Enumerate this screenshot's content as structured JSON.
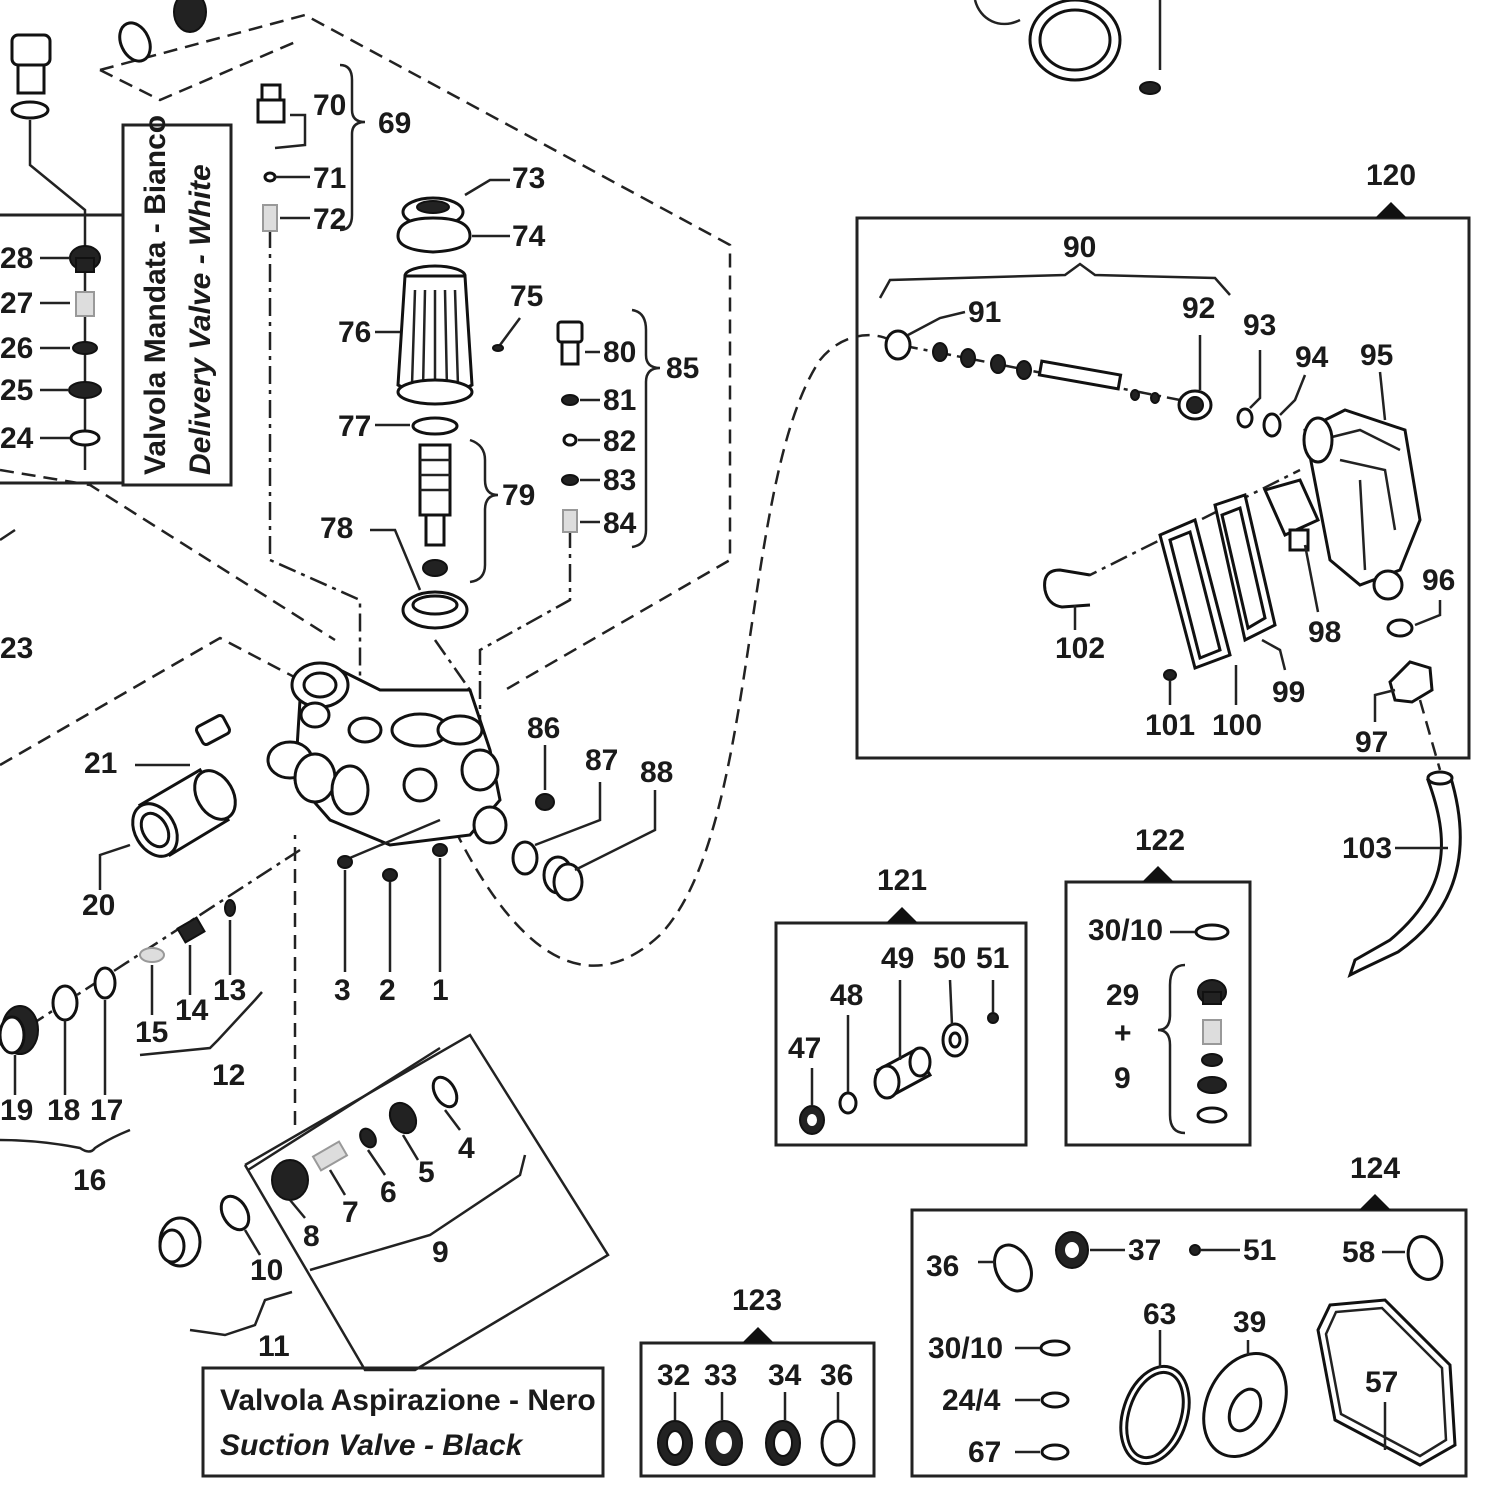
{
  "diagram": {
    "labels": {
      "l1": "1",
      "l2": "2",
      "l3": "3",
      "l4": "4",
      "l5": "5",
      "l6": "6",
      "l7": "7",
      "l8": "8",
      "l9": "9",
      "l10": "10",
      "l11": "11",
      "l12": "12",
      "l13": "13",
      "l14": "14",
      "l15": "15",
      "l16": "16",
      "l17": "17",
      "l18": "18",
      "l19": "19",
      "l20": "20",
      "l21": "21",
      "l23": "23",
      "l24": "24",
      "l25": "25",
      "l26": "26",
      "l27": "27",
      "l28": "28",
      "l69": "69",
      "l70": "70",
      "l71": "71",
      "l72": "72",
      "l73": "73",
      "l74": "74",
      "l75": "75",
      "l76": "76",
      "l77": "77",
      "l78": "78",
      "l79": "79",
      "l80": "80",
      "l81": "81",
      "l82": "82",
      "l83": "83",
      "l84": "84",
      "l85": "85",
      "l86": "86",
      "l87": "87",
      "l88": "88",
      "l90": "90",
      "l91": "91",
      "l92": "92",
      "l93": "93",
      "l94": "94",
      "l95": "95",
      "l96": "96",
      "l97": "97",
      "l98": "98",
      "l99": "99",
      "l100": "100",
      "l101": "101",
      "l102": "102",
      "l103": "103",
      "l120": "120",
      "l121": "121",
      "l122": "122",
      "l123": "123",
      "l124": "124",
      "k121_47": "47",
      "k121_48": "48",
      "k121_49": "49",
      "k121_50": "50",
      "k121_51": "51",
      "k122_3010": "30/10",
      "k122_29": "29",
      "k122_plus": "+",
      "k122_9": "9",
      "k123_32": "32",
      "k123_33": "33",
      "k123_34": "34",
      "k123_36": "36",
      "k124_36": "36",
      "k124_37": "37",
      "k124_51": "51",
      "k124_58": "58",
      "k124_63": "63",
      "k124_39": "39",
      "k124_57": "57",
      "k124_3010": "30/10",
      "k124_244": "24/4",
      "k124_67": "67"
    },
    "notes": {
      "delivery_it": "Valvola Mandata - Bianco",
      "delivery_en": "Delivery Valve - White",
      "suction_it": "Valvola Aspirazione - Nero",
      "suction_en": "Suction Valve - Black"
    }
  }
}
